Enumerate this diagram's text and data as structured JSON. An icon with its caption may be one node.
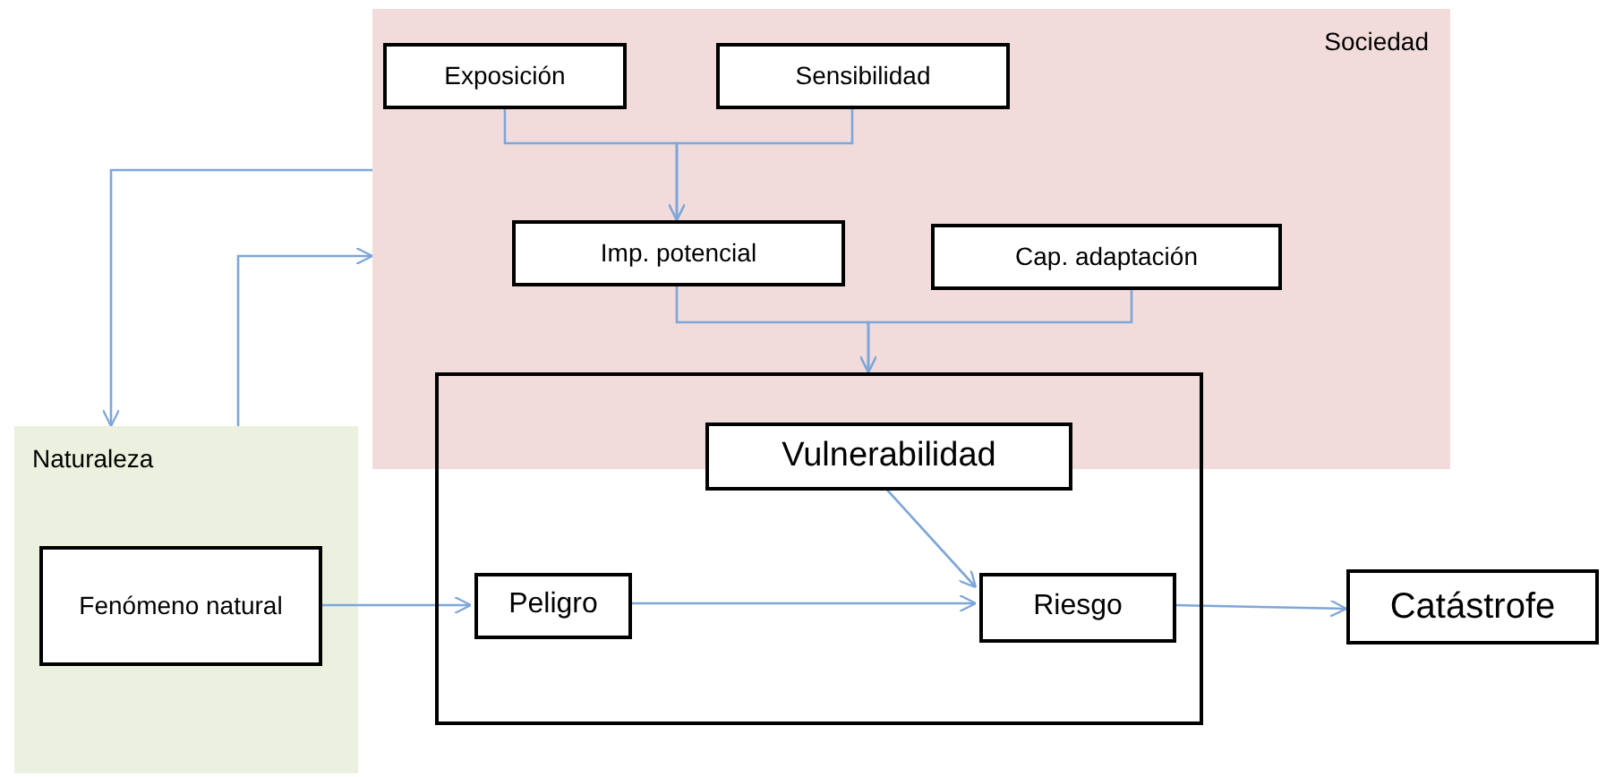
{
  "diagram": {
    "nodes": [
      {
        "text": [
          "Sociedad"
        ]
      },
      {
        "text": [
          "Exposición"
        ],
        "in": 0
      },
      {
        "text": [
          "Sensibilidad"
        ],
        "in": 0
      },
      {
        "text": [
          "Imp. potencial"
        ],
        "in": 0
      },
      {
        "text": [
          "Cap. adaptación"
        ],
        "in": 0
      },
      {
        "text": [
          "Naturaleza"
        ]
      },
      {
        "text": [
          "Fenómeno natural"
        ],
        "in": 5
      },
      {
        "text": [],
        "shape": "box"
      },
      {
        "text": [
          "Vulnerabilidad"
        ],
        "in": 7
      },
      {
        "text": [
          "Peligro"
        ],
        "in": 7
      },
      {
        "text": [
          "Riesgo"
        ],
        "in": 7
      },
      {
        "text": [
          "Catástrofe"
        ]
      }
    ],
    "edges": [
      {
        "from": 1,
        "to": 3,
        "arrow": "to"
      },
      {
        "from": 2,
        "to": 3,
        "arrow": "to"
      },
      {
        "from": 3,
        "to": 7,
        "arrow": "to"
      },
      {
        "from": 4,
        "to": 7,
        "arrow": "to"
      },
      {
        "from": 0,
        "to": 5,
        "arrow": "to"
      },
      {
        "from": 5,
        "to": 0,
        "arrow": "to"
      },
      {
        "from": 6,
        "to": 9,
        "arrow": "to"
      },
      {
        "from": 9,
        "to": 10,
        "arrow": "to"
      },
      {
        "from": 8,
        "to": 10,
        "arrow": "to"
      },
      {
        "from": 10,
        "to": 11,
        "arrow": "to"
      }
    ]
  }
}
